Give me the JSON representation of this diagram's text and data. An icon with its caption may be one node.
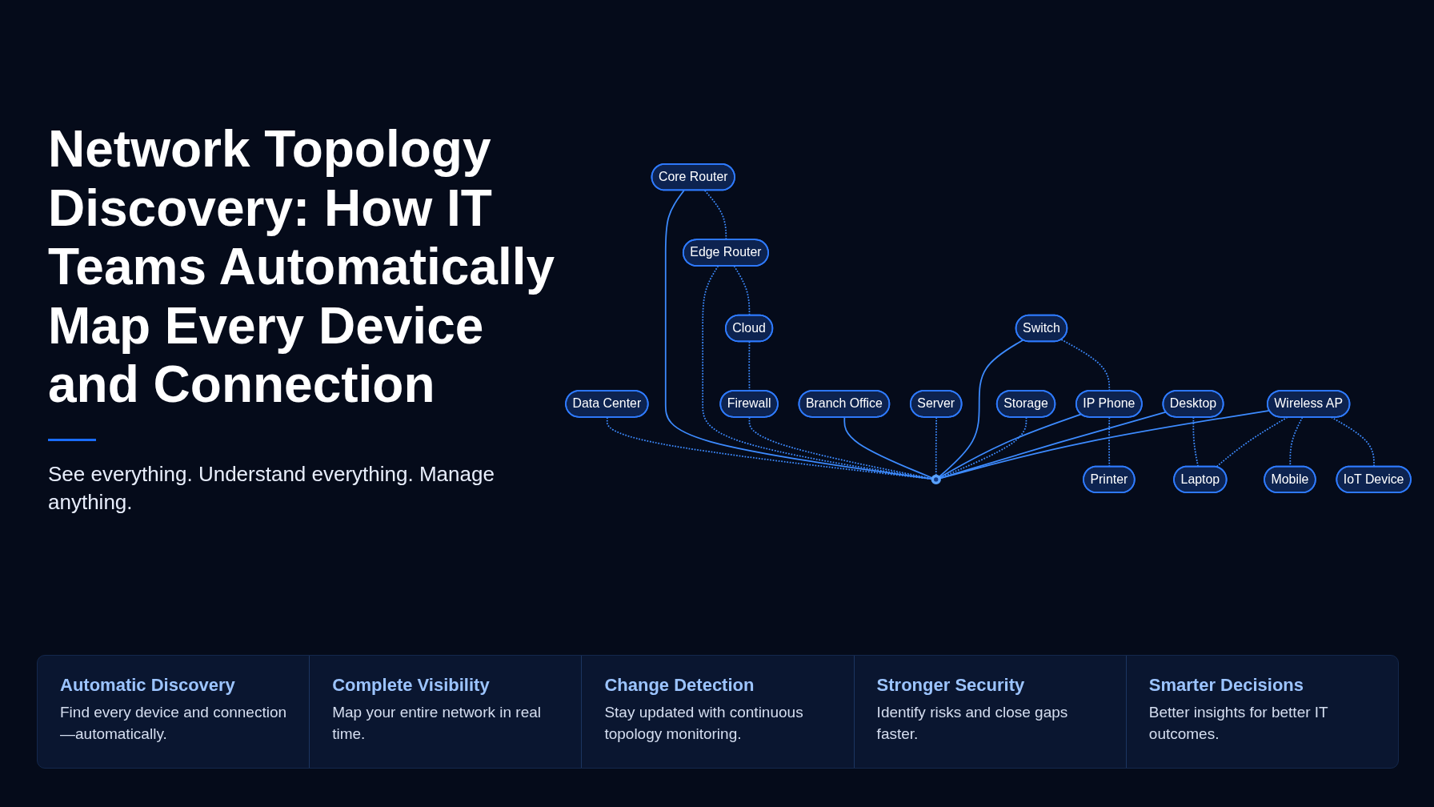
{
  "diagram": {
    "title": "Network Topology Discovery: How IT Teams Automatically Map Every Device and Connection",
    "caption": "See everything. Understand everything. Manage anything.",
    "nodes": [
      {
        "text": [
          "Data Center"
        ]
      },
      {
        "text": [
          "Cloud"
        ]
      },
      {
        "text": [
          "Edge Router"
        ]
      },
      {
        "text": [
          "Branch Office"
        ]
      },
      {
        "text": [
          "Core Router"
        ]
      },
      {
        "text": [
          "Firewall"
        ]
      },
      {
        "text": [
          "Server"
        ]
      },
      {
        "text": [
          "Switch"
        ]
      },
      {
        "text": [],
        "shape": "circle"
      },
      {
        "text": [
          "Storage"
        ]
      },
      {
        "text": [
          "Wireless AP"
        ]
      },
      {
        "text": [
          "IP Phone"
        ]
      },
      {
        "text": [
          "Printer"
        ]
      },
      {
        "text": [
          "Desktop"
        ]
      },
      {
        "text": [
          "IoT Device"
        ]
      },
      {
        "text": [
          "Laptop"
        ]
      },
      {
        "text": [
          "Mobile"
        ]
      }
    ],
    "edges": [
      {
        "from": 0,
        "to": 8,
        "arrow": "none",
        "style": "dashed"
      },
      {
        "from": 4,
        "to": 2,
        "arrow": "none",
        "style": "dashed"
      },
      {
        "from": 4,
        "to": 8,
        "arrow": "none"
      },
      {
        "from": 2,
        "to": 8,
        "arrow": "none",
        "style": "dashed"
      },
      {
        "from": 2,
        "to": 1,
        "arrow": "none",
        "style": "dashed"
      },
      {
        "from": 1,
        "to": 5,
        "arrow": "none",
        "style": "dashed"
      },
      {
        "from": 5,
        "to": 8,
        "arrow": "none",
        "style": "dashed"
      },
      {
        "from": 3,
        "to": 8,
        "arrow": "none"
      },
      {
        "from": 6,
        "to": 8,
        "arrow": "none",
        "style": "dashed"
      },
      {
        "from": 7,
        "to": 8,
        "arrow": "none"
      },
      {
        "from": 7,
        "to": 11,
        "arrow": "none",
        "style": "dashed"
      },
      {
        "from": 11,
        "to": 8,
        "arrow": "none"
      },
      {
        "from": 11,
        "to": 12,
        "arrow": "none",
        "style": "dashed"
      },
      {
        "from": 9,
        "to": 8,
        "arrow": "none",
        "style": "dashed"
      },
      {
        "from": 13,
        "to": 8,
        "arrow": "none"
      },
      {
        "from": 13,
        "to": 15,
        "arrow": "none",
        "style": "dashed"
      },
      {
        "from": 10,
        "to": 8,
        "arrow": "none"
      },
      {
        "from": 10,
        "to": 15,
        "arrow": "none",
        "style": "dashed"
      },
      {
        "from": 10,
        "to": 16,
        "arrow": "none",
        "style": "dashed"
      },
      {
        "from": 10,
        "to": 14,
        "arrow": "none",
        "style": "dashed"
      }
    ],
    "labels": [
      "Automatic Discovery",
      "Find every device and connection—automatically.",
      "Complete Visibility",
      "Map your entire network in real time.",
      "Change Detection",
      "Stay updated with continuous topology monitoring.",
      "Stronger Security",
      "Identify risks and close gaps faster.",
      "Smarter Decisions",
      "Better insights for better IT outcomes."
    ]
  }
}
